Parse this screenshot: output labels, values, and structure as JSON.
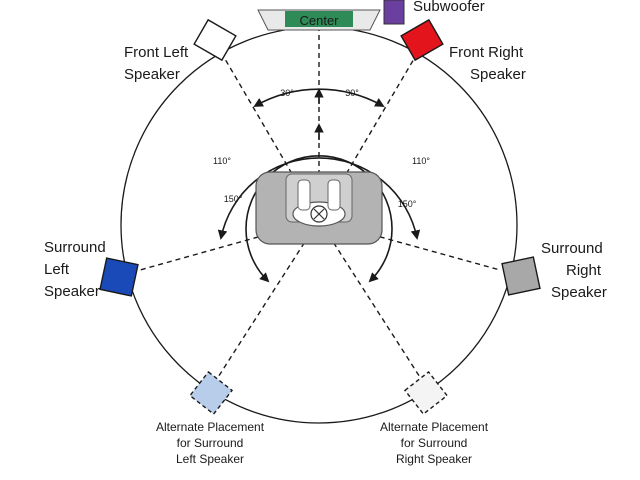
{
  "diagram": {
    "center_label": "Center",
    "subwoofer_label": "Subwoofer",
    "front_left": [
      "Front Left",
      "Speaker"
    ],
    "front_right": [
      "Front Right",
      "Speaker"
    ],
    "surround_left": [
      "Surround",
      "Left",
      "Speaker"
    ],
    "surround_right": [
      "Surround",
      "Right",
      "Speaker"
    ],
    "alt_left": [
      "Alternate Placement",
      "for Surround",
      "Left Speaker"
    ],
    "alt_right": [
      "Alternate Placement",
      "for Surround",
      "Right Speaker"
    ],
    "angles": {
      "front_left": "30°",
      "front_right": "30°",
      "surround_left": "110°",
      "surround_right": "110°",
      "alt_left": "150°",
      "alt_right": "150°"
    },
    "colors": {
      "center_box": "#2e8b57",
      "subwoofer": "#6a3fa0",
      "front_left": "#ffffff",
      "front_right": "#e4141c",
      "surround_left": "#1a49b8",
      "surround_right": "#a8a8a8",
      "alt_left": "#b7cdea",
      "alt_right": "#f4f4f4",
      "couch": "#b3b3b3"
    }
  }
}
